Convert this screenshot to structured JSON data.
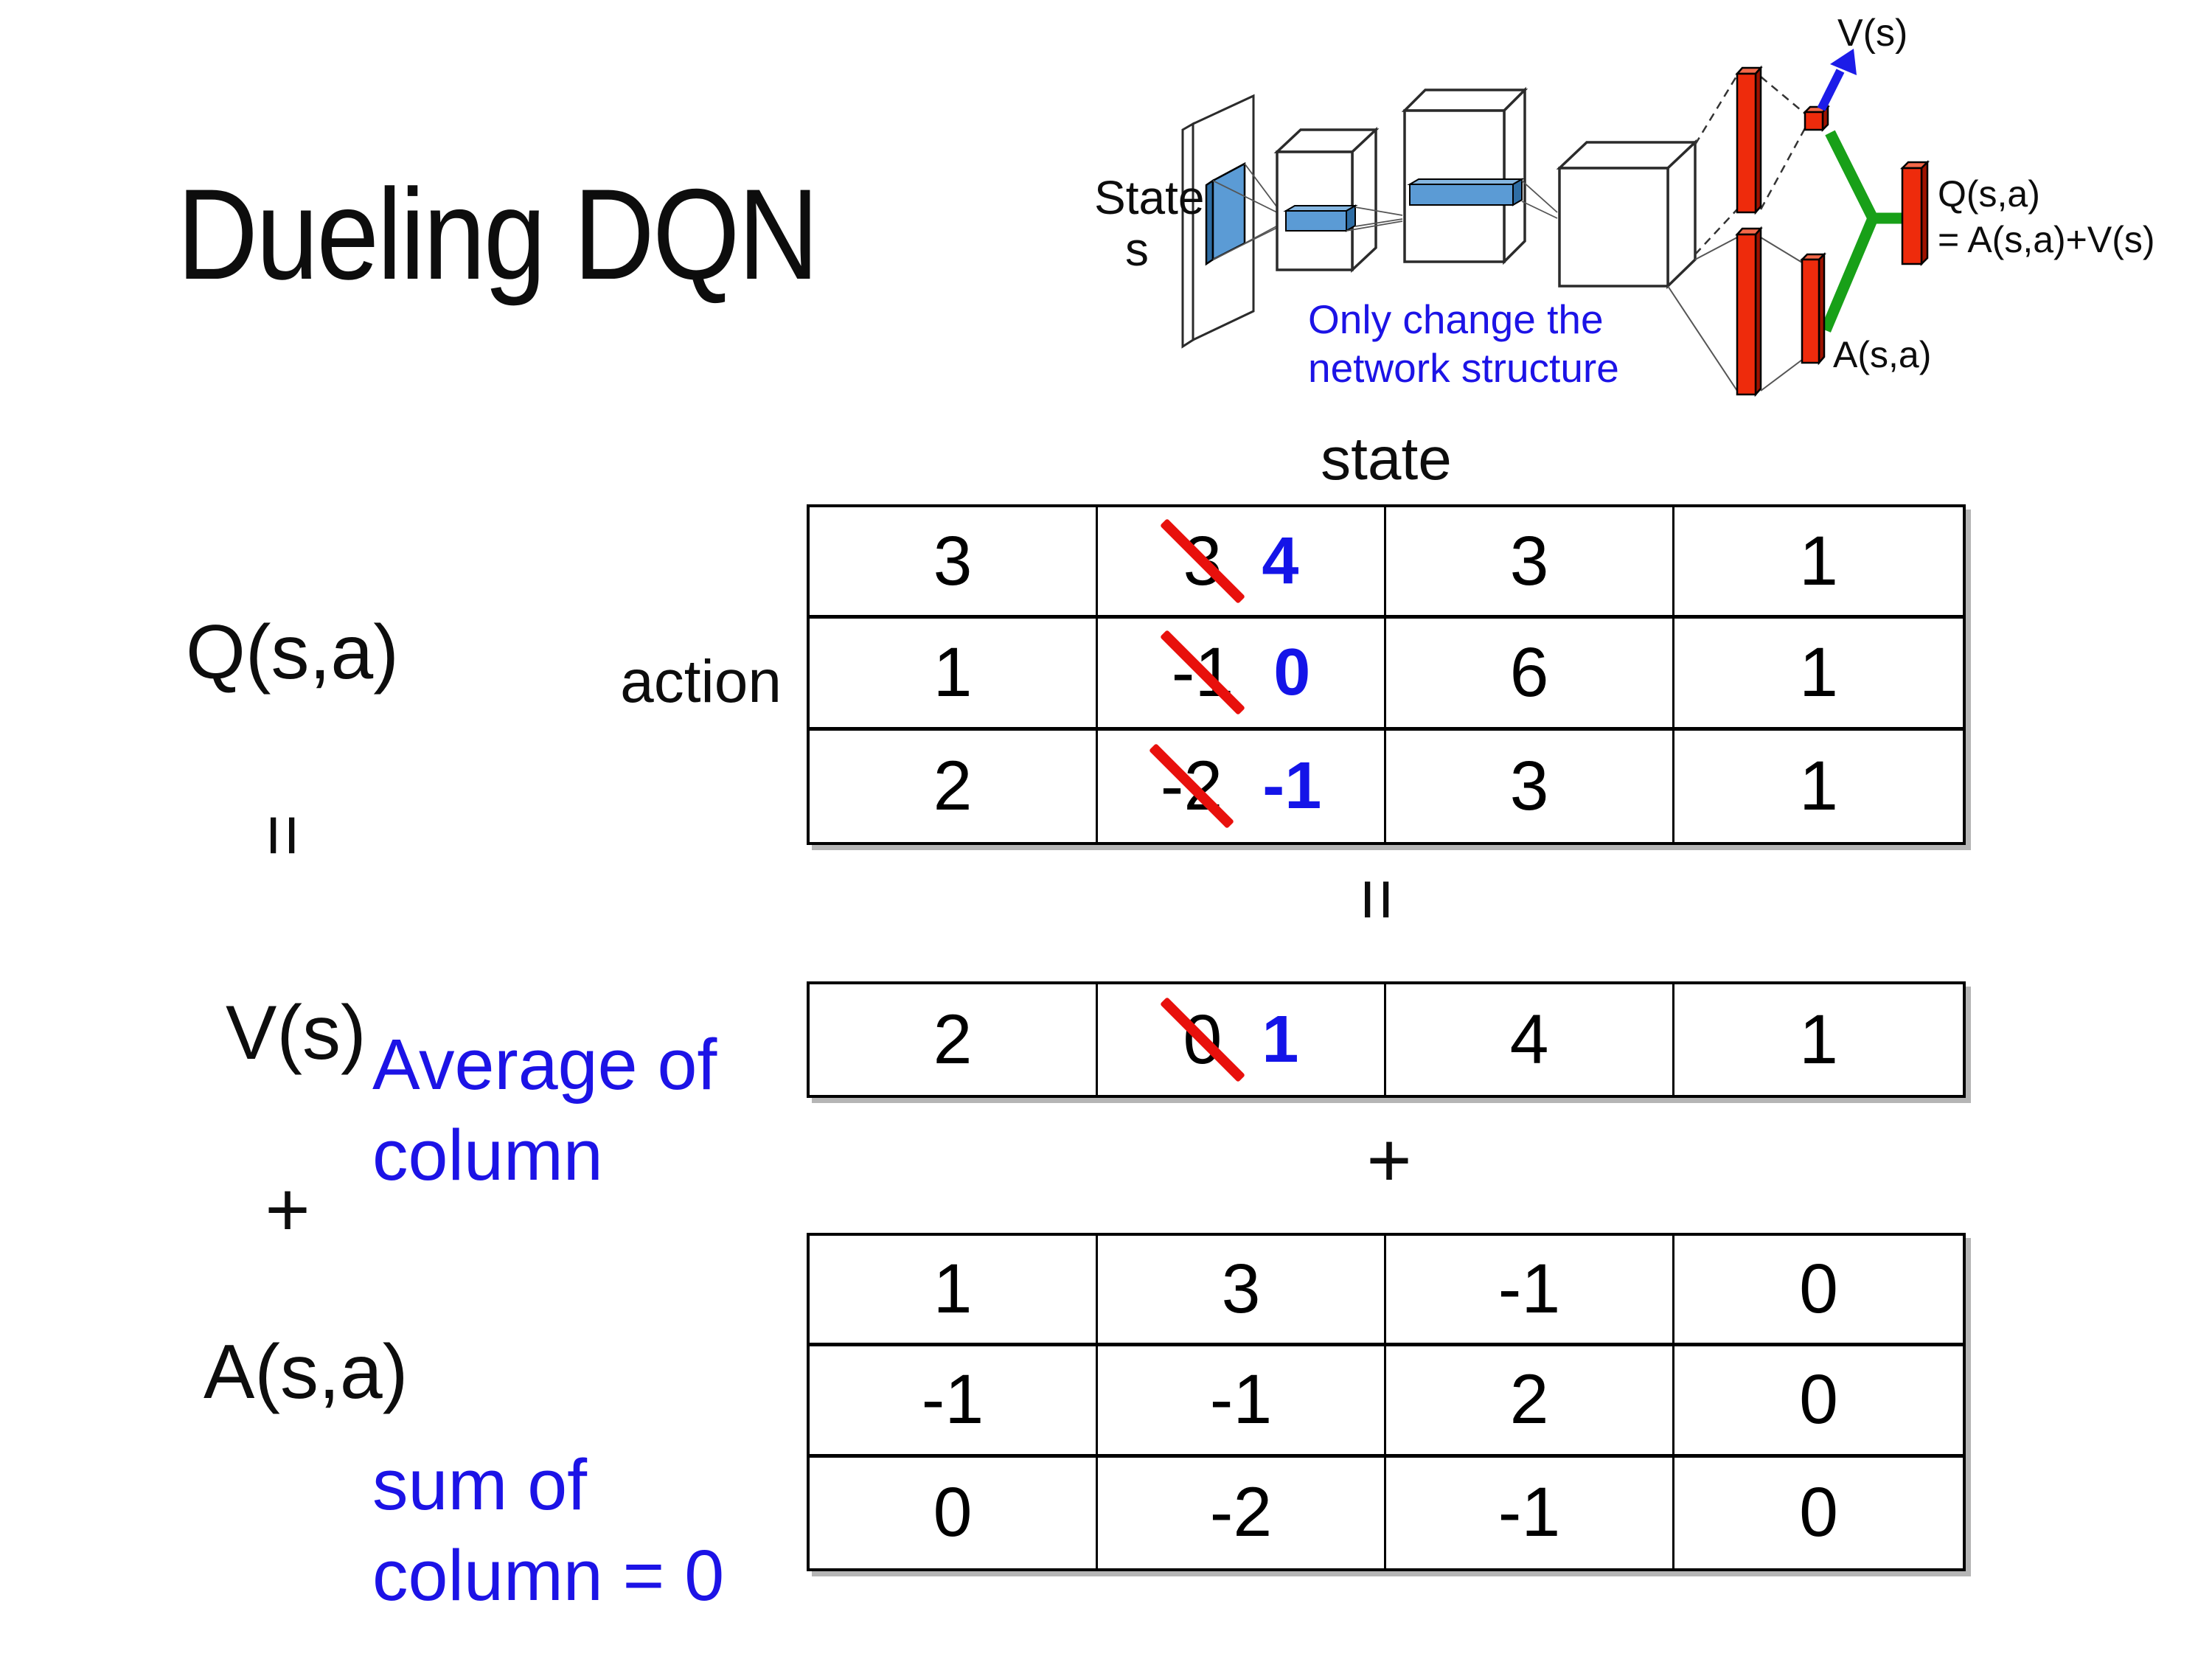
{
  "title": "Dueling DQN",
  "colors": {
    "text_blue": "#1c13e6",
    "correction_blue": "#1414e8",
    "slash_red": "#e8100c",
    "bar_red": "#ee2b0c",
    "bar_red_dark": "#9e1200",
    "green": "#18a018",
    "arrow_blue": "#1c1ce8",
    "filter_blue": "#5b9bd5",
    "filter_blue_dark": "#2e6da4"
  },
  "diagram": {
    "state_label": "State",
    "state_sub": "s",
    "v_output": "V(s)",
    "q_output": "Q(s,a)",
    "q_output_eq": "= A(s,a)+V(s)",
    "a_output": "A(s,a)",
    "note_line1": "Only change the",
    "note_line2": "network structure"
  },
  "table_headers": {
    "state": "state",
    "action": "action"
  },
  "equation_labels": {
    "q": "Q(s,a)",
    "equals": "=",
    "v": "V(s)",
    "plus": "+",
    "a": "A(s,a)",
    "avg_line1": "Average of",
    "avg_line2": "column",
    "sum_line1": "sum of",
    "sum_line2": "column = 0"
  },
  "center_symbols": {
    "equals": "=",
    "plus": "+"
  },
  "tables": {
    "q": {
      "rows": [
        [
          "3",
          "3",
          "3",
          "1"
        ],
        [
          "1",
          "-1",
          "6",
          "1"
        ],
        [
          "2",
          "-2",
          "3",
          "1"
        ]
      ],
      "replacements": [
        "4",
        "0",
        "-1"
      ],
      "crossed_column": 1
    },
    "v": {
      "row": [
        "2",
        "0",
        "4",
        "1"
      ],
      "replacement": "1",
      "crossed_column": 1
    },
    "a": {
      "rows": [
        [
          "1",
          "3",
          "-1",
          "0"
        ],
        [
          "-1",
          "-1",
          "2",
          "0"
        ],
        [
          "0",
          "-2",
          "-1",
          "0"
        ]
      ]
    }
  }
}
